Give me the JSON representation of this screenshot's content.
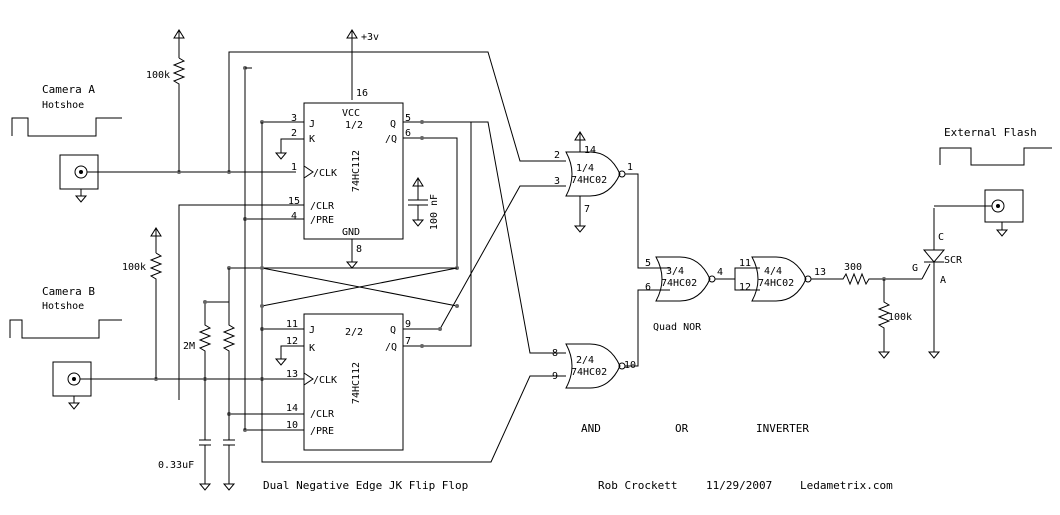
{
  "supply": "+3v",
  "camera_a": {
    "title": "Camera A",
    "sub": "Hotshoe",
    "pullup": "100k"
  },
  "camera_b": {
    "title": "Camera B",
    "sub": "Hotshoe",
    "pullup": "100k"
  },
  "external_flash": "External Flash",
  "ff1": {
    "part": "74HC112",
    "unit": "1/2",
    "vcc": "VCC",
    "gnd": "GND",
    "pins": {
      "j": "J",
      "k": "K",
      "clk": "/CLK",
      "clr": "/CLR",
      "pre": "/PRE",
      "q": "Q",
      "qbar": "/Q"
    },
    "pin_numbers": {
      "j": "3",
      "k": "2",
      "clk": "1",
      "clr": "15",
      "pre": "4",
      "q": "5",
      "qbar": "6",
      "vcc": "16",
      "gnd": "8"
    }
  },
  "ff2": {
    "part": "74HC112",
    "unit": "2/2",
    "pins": {
      "j": "J",
      "k": "K",
      "clk": "/CLK",
      "clr": "/CLR",
      "pre": "/PRE",
      "q": "Q",
      "qbar": "/Q"
    },
    "pin_numbers": {
      "j": "11",
      "k": "12",
      "clk": "13",
      "clr": "14",
      "pre": "10",
      "q": "9",
      "qbar": "7"
    }
  },
  "cap_100nf": "100 nF",
  "rc": {
    "r": "2M",
    "c": "0.33uF"
  },
  "gates": {
    "g1": {
      "unit": "1/4",
      "part": "74HC02",
      "in1": "2",
      "in2": "3",
      "out": "1",
      "vcc": "14",
      "gnd": "7"
    },
    "g2": {
      "unit": "2/4",
      "part": "74HC02",
      "in1": "8",
      "in2": "9",
      "out": "10"
    },
    "g3": {
      "unit": "3/4",
      "part": "74HC02",
      "in1": "5",
      "in2": "6",
      "out": "4"
    },
    "g4": {
      "unit": "4/4",
      "part": "74HC02",
      "in1": "11",
      "in2": "12",
      "out": "13"
    }
  },
  "quad_nor": "Quad NOR",
  "r300": "300",
  "r_gate": "100k",
  "scr": {
    "name": "SCR",
    "g": "G",
    "a": "A",
    "c": "C"
  },
  "sections": {
    "and": "AND",
    "or": "OR",
    "inverter": "INVERTER"
  },
  "caption": "Dual Negative Edge JK Flip Flop",
  "author": "Rob Crockett",
  "date": "11/29/2007",
  "website": "Ledametrix.com"
}
